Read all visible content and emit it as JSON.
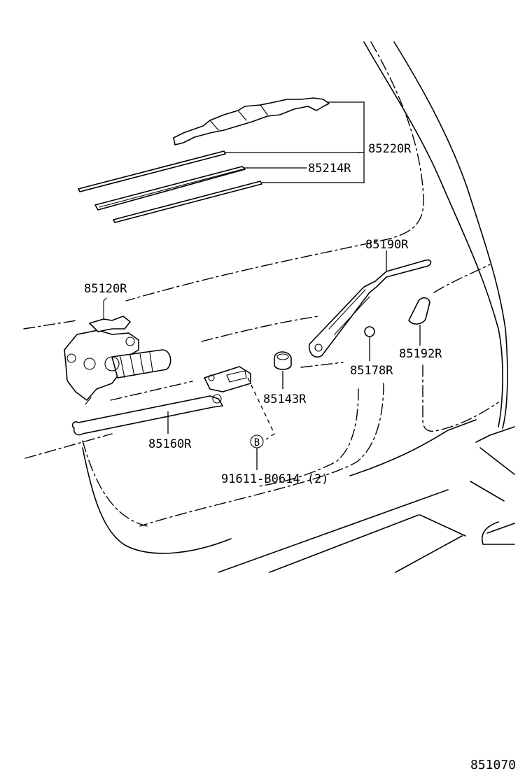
{
  "labels": {
    "wiper_blade": "85220R",
    "blade_rubber": "85214R",
    "wiper_arm": "85190R",
    "wiper_motor": "85120R",
    "cap": "85192R",
    "cushion": "85178R",
    "nut": "85143R",
    "link_rod": "85160R",
    "bolt": "91611-B0614 (2)",
    "bolt_marker": "B"
  },
  "illustration_number": "851070"
}
